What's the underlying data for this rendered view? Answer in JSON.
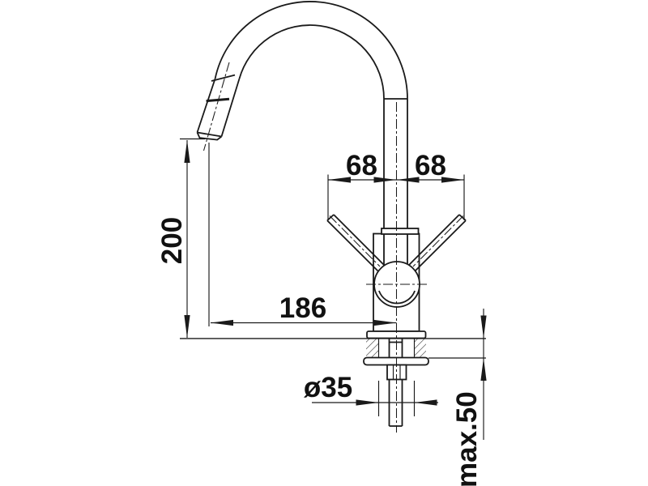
{
  "drawing": {
    "type": "technical-dimension-drawing",
    "subject": "single-lever kitchen mixer tap with high gooseneck spout and pull-out spray head, side elevation with installation dimensions",
    "background_color": "#ffffff",
    "line_color": "#1a1a1a",
    "dimensions": {
      "handle_span_left": "68",
      "handle_span_right": "68",
      "height_above_deck": "200",
      "spout_reach": "186",
      "hole_diameter": "ø35",
      "max_deck_thickness": "max.50"
    }
  }
}
